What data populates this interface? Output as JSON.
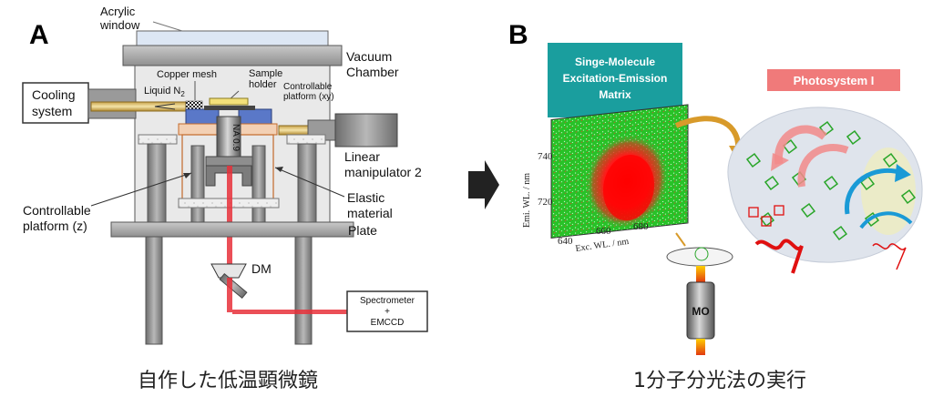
{
  "panel_a": {
    "letter": "A",
    "caption": "自作した低温顕微鏡",
    "labels": {
      "acrylic_line1": "Acrylic",
      "acrylic_line2": "window",
      "vacuum_line1": "Vacuum",
      "vacuum_line2": "Chamber",
      "copper_mesh": "Copper mesh",
      "sample_line1": "Sample",
      "sample_line2": "holder",
      "liquid_n2": "Liquid N",
      "liquid_n2_sub": "2",
      "cplat_xy_line1": "Controllable",
      "cplat_xy_line2": "platform (xy)",
      "cooling_line1": "Cooling",
      "cooling_line2": "system",
      "na": "NA 0.9",
      "linear_line1": "Linear",
      "linear_line2": "manipulator 2",
      "cplat_z_line1": "Controllable",
      "cplat_z_line2": "platform (z)",
      "elastic_line1": "Elastic",
      "elastic_line2": "material",
      "plate": "Plate",
      "dm": "DM",
      "spectro_line1": "Spectrometer",
      "spectro_line2": "+",
      "spectro_line3": "EMCCD"
    }
  },
  "panel_b": {
    "letter": "B",
    "caption": "1分子分光法の実行",
    "matrix_title_line1": "Singe-Molecule",
    "matrix_title_line2": "Excitation-Emission",
    "matrix_title_line3": "Matrix",
    "photosystem_label": "Photosystem I",
    "mo_label": "MO",
    "colors": {
      "teal": "#1a9e9e",
      "salmon": "#f07a7a",
      "green": "#2ecc40",
      "red": "#e01010"
    }
  },
  "chart_data": {
    "type": "heatmap",
    "title": "",
    "xlabel": "Exc. WL. / nm",
    "ylabel": "Emi. WL. / nm",
    "x_ticks": [
      "640",
      "660",
      "680"
    ],
    "y_ticks": [
      "740",
      "720"
    ]
  }
}
